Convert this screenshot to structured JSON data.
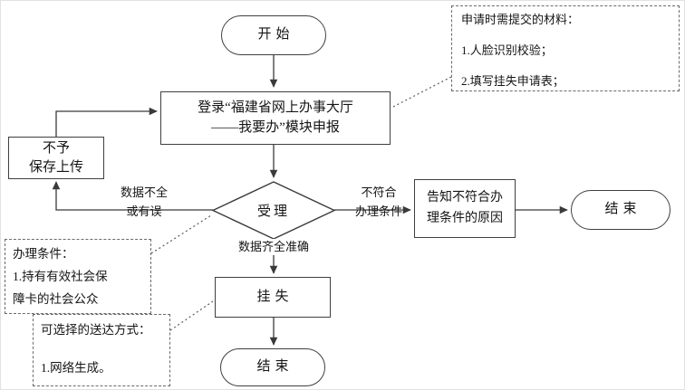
{
  "flowchart": {
    "nodes": {
      "start": "开始",
      "login": "登录“福建省网上办事大厅\n——我要办”模块申报",
      "review": "受理",
      "reject": "不予\n保存上传",
      "inform": "告知不符合办\n理条件的原因",
      "end_right": "结束",
      "report_loss": "挂失",
      "end_bottom": "结束"
    },
    "edge_labels": {
      "incomplete": "数据不全\n或有误",
      "not_eligible": "不符合\n办理条件",
      "complete": "数据齐全准确"
    },
    "notes": {
      "materials": "申请时需提交的材料：\n\n1.人脸识别校验；\n\n2.填写挂失申请表；",
      "conditions": "办理条件：\n1.持有有效社会保\n障卡的社会公众",
      "delivery": "可选择的送达方式：\n\n1.网络生成。"
    },
    "colors": {
      "line": "#3a3a3a",
      "note_border": "#6a6a6a",
      "background": "#ffffff"
    }
  }
}
